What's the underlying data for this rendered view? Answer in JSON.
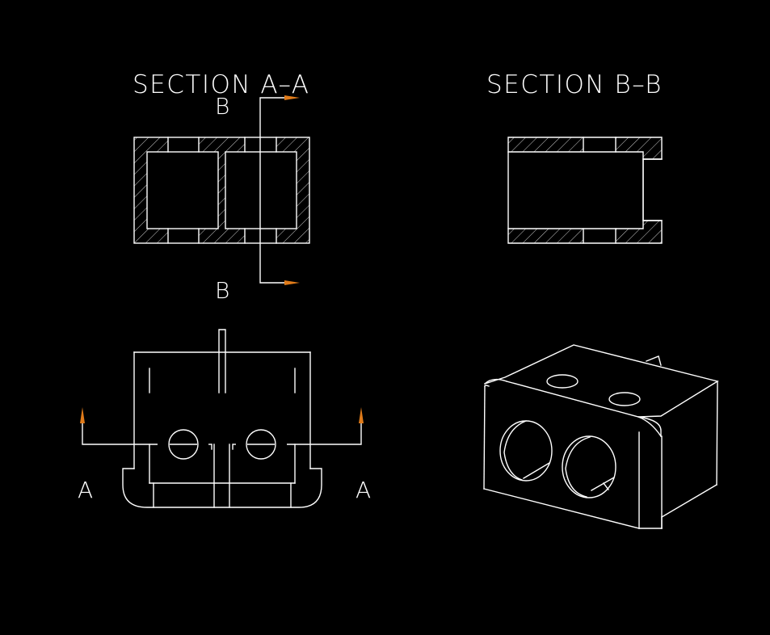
{
  "colors": {
    "background": "#000000",
    "lines": "#ffffff",
    "arrows": "#e07b1a"
  },
  "views": {
    "section_aa": {
      "title": "SECTION A–A",
      "cut_label_top": "B",
      "cut_label_bottom": "B"
    },
    "section_bb": {
      "title": "SECTION B–B"
    },
    "front_view": {
      "cut_label_left": "A",
      "cut_label_right": "A"
    },
    "isometric_view": {}
  }
}
